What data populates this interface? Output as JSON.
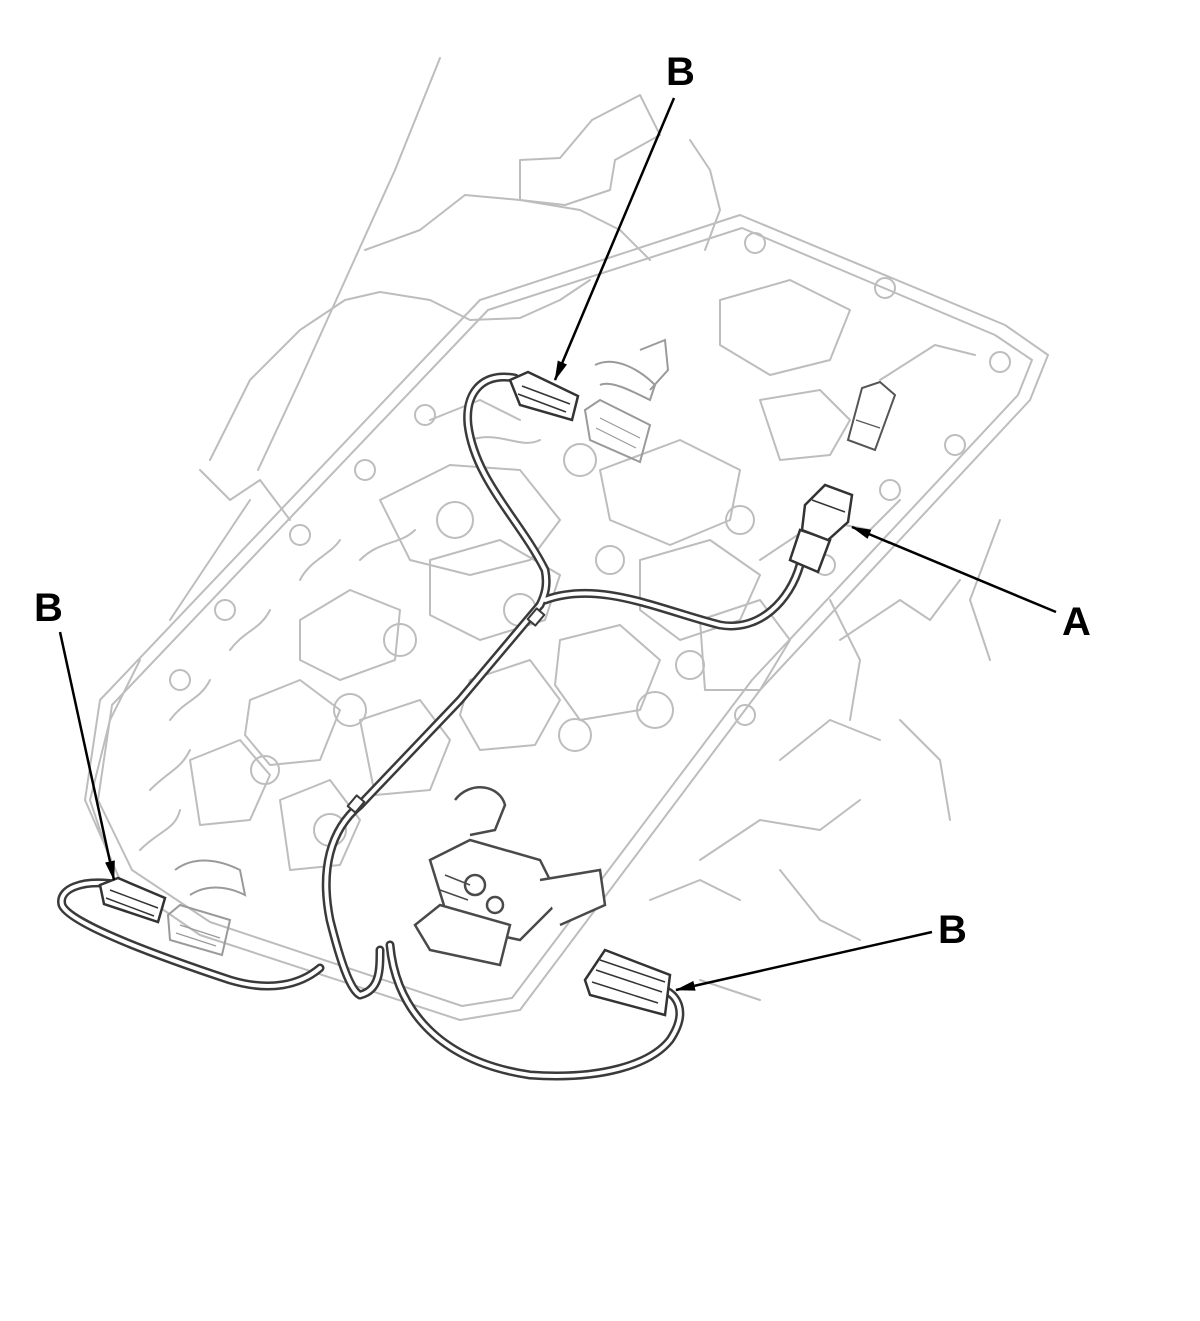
{
  "callouts": {
    "b_top": "B",
    "b_left": "B",
    "a_right": "A",
    "b_bottom_right": "B"
  },
  "colors": {
    "background": "#ffffff",
    "line_art": "#b9b9b9",
    "harness": "#3a3a3a",
    "leader": "#000000"
  },
  "icons": {
    "arrowhead": "arrowhead-icon"
  }
}
